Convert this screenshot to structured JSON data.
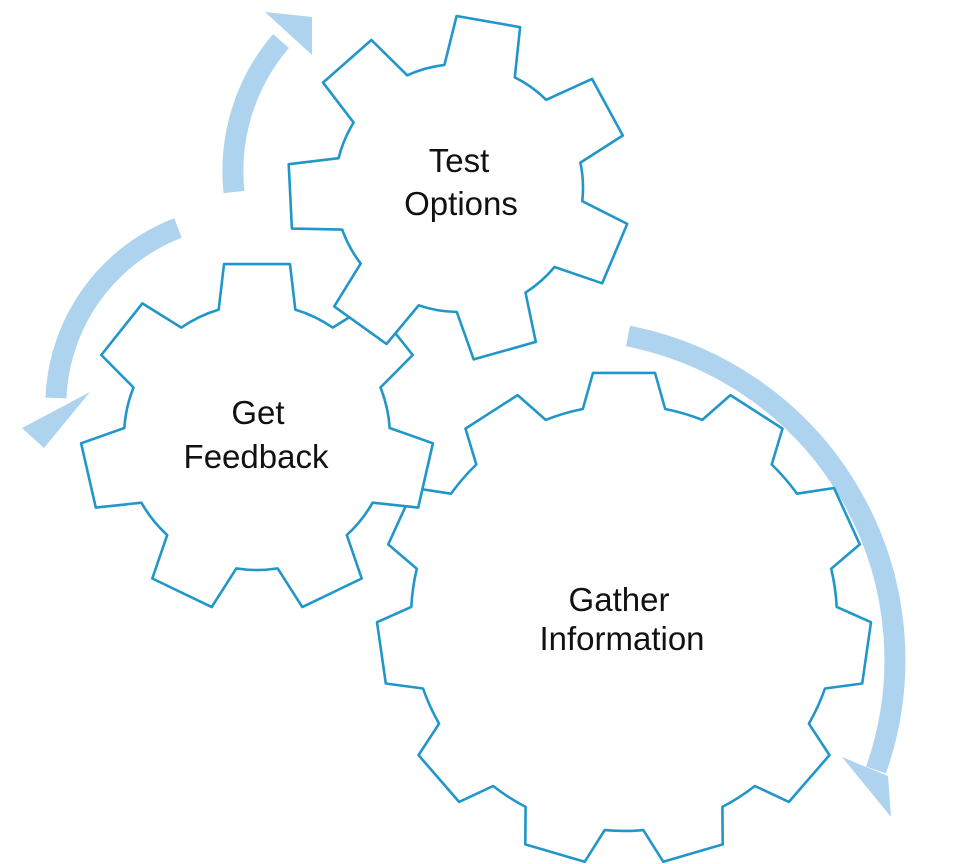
{
  "diagram": {
    "gears": [
      {
        "id": "gather",
        "label_line1": "Gather",
        "label_line2": "Information"
      },
      {
        "id": "feedback",
        "label_line1": "Get",
        "label_line2": "Feedback"
      },
      {
        "id": "test",
        "label_line1": "Test",
        "label_line2": "Options"
      }
    ],
    "colors": {
      "gear_stroke": "#2196c9",
      "arrow": "#aed3ef",
      "text": "#111111",
      "background": "#ffffff"
    }
  }
}
